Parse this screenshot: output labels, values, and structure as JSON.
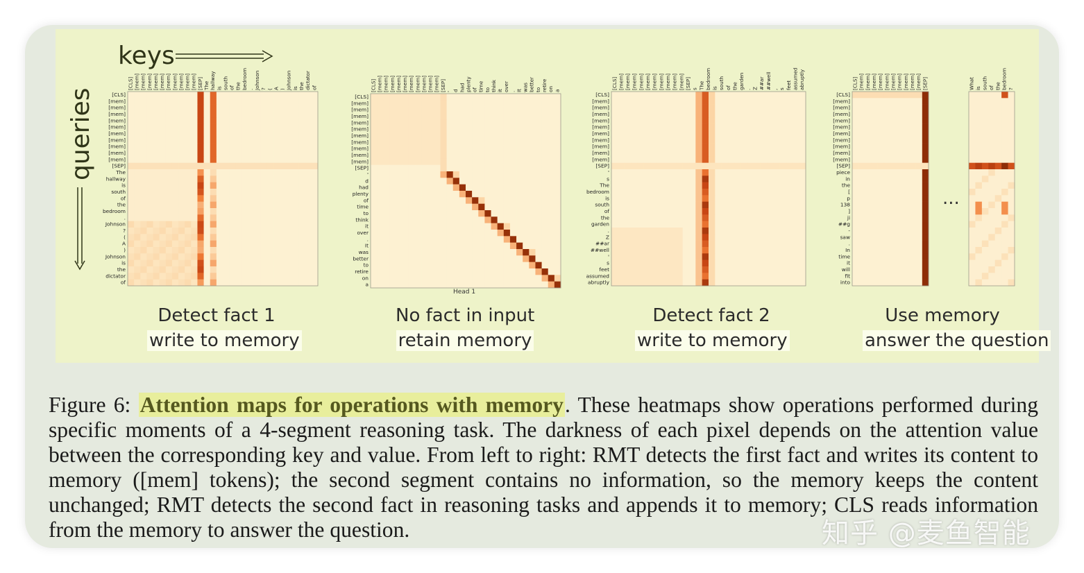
{
  "figure": {
    "keys_label": "keys",
    "queries_label": "queries",
    "ellipsis": "...",
    "head_label": "Head 1",
    "panels": [
      {
        "sub1": "Detect fact 1",
        "sub2": "write to memory",
        "x_ticks": [
          "[CLS]",
          "[mem]",
          "[mem]",
          "[mem]",
          "[mem]",
          "[mem]",
          "[mem]",
          "[mem]",
          "[mem]",
          "[mem]",
          "[mem]",
          "[SEP]",
          "The",
          "hallway",
          "is",
          "south",
          "of",
          "the",
          "bedroom",
          ".",
          "Johnson",
          "?",
          "(",
          "A",
          ")",
          "Johnson",
          "is",
          "the",
          "dictator",
          "of"
        ],
        "y_ticks": [
          "[CLS]",
          "[mem]",
          "[mem]",
          "[mem]",
          "[mem]",
          "[mem]",
          "[mem]",
          "[mem]",
          "[mem]",
          "[mem]",
          "[mem]",
          "[SEP]",
          "The",
          "hallway",
          "is",
          "south",
          "of",
          "the",
          "bedroom",
          ".",
          "Johnson",
          "?",
          "(",
          "A",
          ")",
          "Johnson",
          "is",
          "the",
          "dictator",
          "of"
        ]
      },
      {
        "sub1": "No fact in input",
        "sub2": "retain memory",
        "x_ticks": [
          "[CLS]",
          "[mem]",
          "[mem]",
          "[mem]",
          "[mem]",
          "[mem]",
          "[mem]",
          "[mem]",
          "[mem]",
          "[mem]",
          "[mem]",
          "[SEP]",
          "'",
          "d",
          "had",
          "plenty",
          "of",
          "time",
          "to",
          "think",
          "it",
          "over",
          ".",
          "It",
          "was",
          "better",
          "to",
          "retire",
          "on",
          "a"
        ],
        "y_ticks": [
          "[CLS]",
          "[mem]",
          "[mem]",
          "[mem]",
          "[mem]",
          "[mem]",
          "[mem]",
          "[mem]",
          "[mem]",
          "[mem]",
          "[mem]",
          "[SEP]",
          "'",
          "d",
          "had",
          "plenty",
          "of",
          "time",
          "to",
          "think",
          "it",
          "over",
          ".",
          "It",
          "was",
          "better",
          "to",
          "retire",
          "on",
          "a"
        ]
      },
      {
        "sub1": "Detect fact 2",
        "sub2": "write to memory",
        "x_ticks": [
          "[CLS]",
          "[mem]",
          "[mem]",
          "[mem]",
          "[mem]",
          "[mem]",
          "[mem]",
          "[mem]",
          "[mem]",
          "[mem]",
          "[mem]",
          "[SEP]",
          "s",
          "The",
          "bedroom",
          "is",
          "south",
          "of",
          "the",
          "garden",
          ".",
          "Z",
          "##ar",
          "##well",
          ",",
          "s",
          "feet",
          "assumed",
          "abruptly"
        ],
        "y_ticks": [
          "[CLS]",
          "[mem]",
          "[mem]",
          "[mem]",
          "[mem]",
          "[mem]",
          "[mem]",
          "[mem]",
          "[mem]",
          "[mem]",
          "[mem]",
          "[SEP]",
          "'",
          "s",
          "The",
          "bedroom",
          "is",
          "south",
          "of",
          "the",
          "garden",
          ".",
          "Z",
          "##ar",
          "##well",
          "'",
          "s",
          "feet",
          "assumed",
          "abruptly"
        ]
      },
      {
        "sub1": "Use memory",
        "sub2": "answer the question",
        "x_ticks_left": [
          "[CLS]",
          "[mem]",
          "[mem]",
          "[mem]",
          "[mem]",
          "[mem]",
          "[mem]",
          "[mem]",
          "[mem]",
          "[mem]",
          "[mem]",
          "[SEP]"
        ],
        "x_ticks_right": [
          "What",
          "is",
          "south",
          "of",
          "the",
          "bedroom",
          "?"
        ],
        "y_ticks": [
          "[CLS]",
          "[mem]",
          "[mem]",
          "[mem]",
          "[mem]",
          "[mem]",
          "[mem]",
          "[mem]",
          "[mem]",
          "[mem]",
          "[mem]",
          "[SEP]",
          "piece",
          "in",
          "the",
          "[",
          "p",
          "138",
          "]",
          "ji",
          "##g",
          "-",
          "saw",
          ".",
          "In",
          "time",
          "it",
          "will",
          "fit",
          "into"
        ]
      }
    ]
  },
  "caption": {
    "prefix": "Figure 6: ",
    "title": "Attention maps for operations with memory",
    "body": ". These heatmaps show operations performed during specific moments of a 4-segment reasoning task. The darkness of each pixel depends on the attention value between the corresponding key and value. From left to right: RMT detects the first fact and writes its content to memory ([mem] tokens); the second segment contains no information, so the memory keeps the content unchanged; RMT detects the second fact in reasoning tasks and appends it to memory; CLS reads information from the memory to answer the question."
  },
  "watermark": "知乎 @麦鱼智能",
  "colors": {
    "card_bg": "#e5eadf",
    "panel_bg": "#eef3c9",
    "caption_highlight": "#e8ee9c",
    "heat_low": "#fdf3d6",
    "heat_high": "#7f2704"
  }
}
